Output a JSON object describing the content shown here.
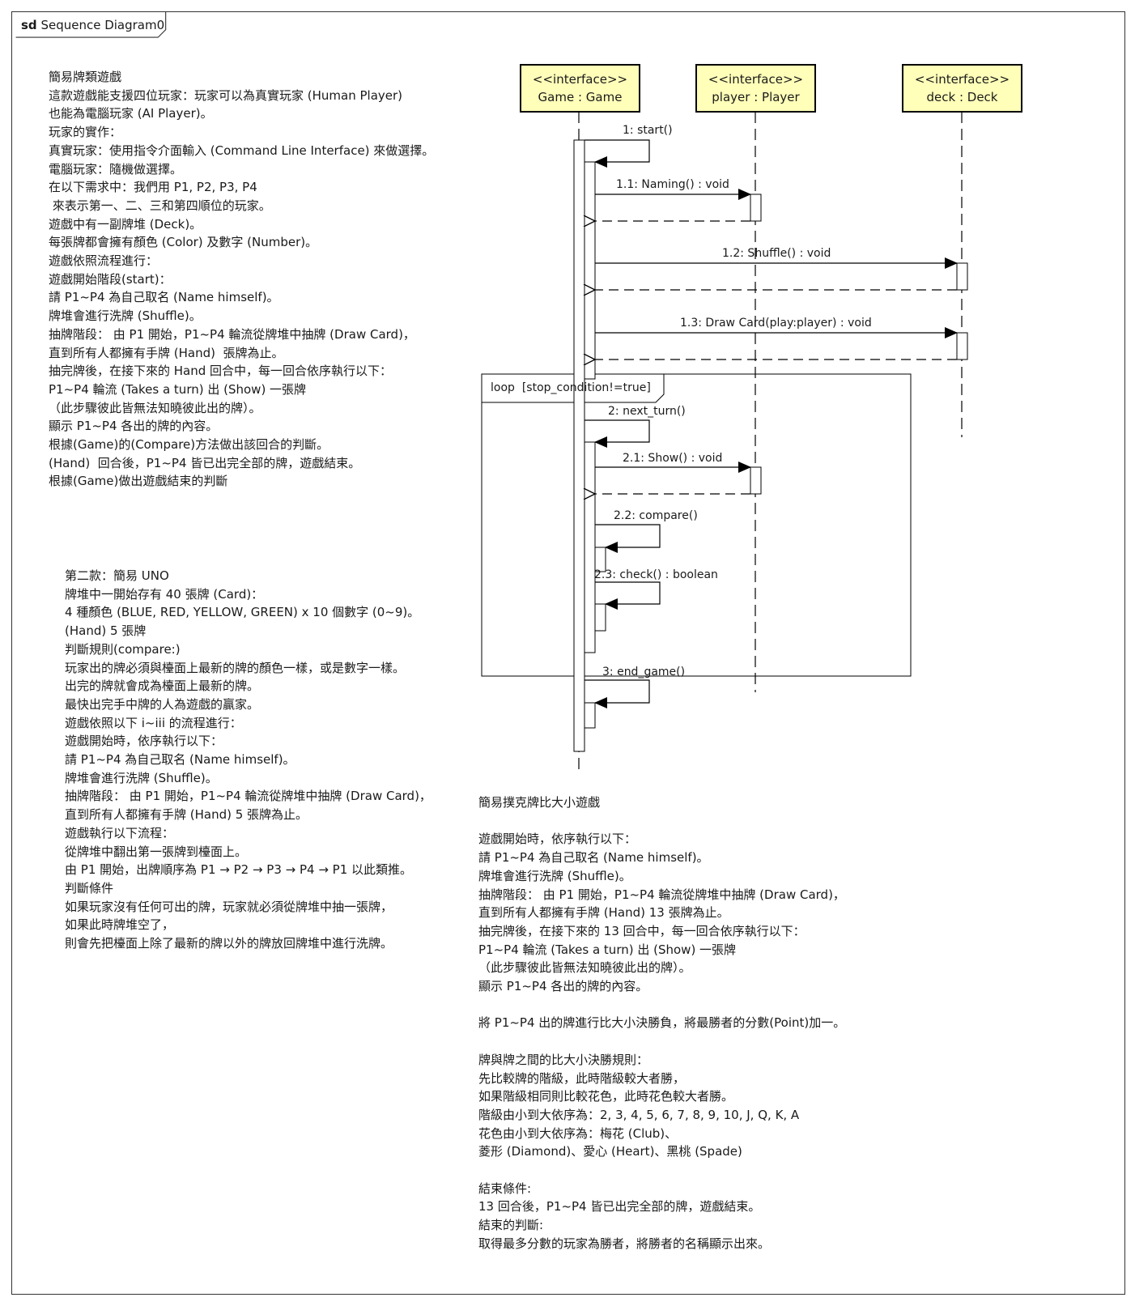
{
  "frame": {
    "keyword": "sd",
    "name": "Sequence Diagram0"
  },
  "notes": {
    "game_rules_basic": [
      "簡易牌類遊戲",
      "這款遊戲能支援四位玩家：玩家可以為真實玩家 (Human Player)",
      "也能為電腦玩家 (AI Player)。",
      "玩家的實作：",
      "真實玩家：使用指令介面輸入 (Command Line Interface) 來做選擇。",
      "電腦玩家：隨機做選擇。",
      "在以下需求中：我們用 P1, P2, P3, P4",
      " 來表示第一、二、三和第四順位的玩家。",
      "遊戲中有一副牌堆 (Deck)。",
      "每張牌都會擁有顏色 (Color) 及數字 (Number)。",
      "遊戲依照流程進行：",
      "遊戲開始階段(start)：",
      "請 P1~P4 為自己取名 (Name himself)。",
      "牌堆會進行洗牌 (Shuffle)。",
      "抽牌階段： 由 P1 開始，P1~P4 輪流從牌堆中抽牌 (Draw Card)，",
      "直到所有人都擁有手牌 (Hand)  張牌為止。",
      "抽完牌後，在接下來的 Hand 回合中，每一回合依序執行以下：",
      "P1~P4 輪流 (Takes a turn) 出 (Show) 一張牌",
      "（此步驟彼此皆無法知曉彼此出的牌）。",
      "顯示 P1~P4 各出的牌的內容。",
      "根據(Game)的(Compare)方法做出該回合的判斷。",
      "(Hand)  回合後，P1~P4 皆已出完全部的牌，遊戲結束。",
      "根據(Game)做出遊戲結束的判斷"
    ],
    "game_rules_uno": [
      "第二款：簡易 UNO",
      "牌堆中一開始存有 40 張牌 (Card)：",
      "4 種顏色 (BLUE, RED, YELLOW, GREEN) x 10 個數字 (0~9)。",
      "(Hand) 5 張牌",
      "判斷規則(compare:)",
      "玩家出的牌必須與檯面上最新的牌的顏色一樣，或是數字一樣。",
      "出完的牌就會成為檯面上最新的牌。",
      "最快出完手中牌的人為遊戲的贏家。",
      "遊戲依照以下 i~iii 的流程進行：",
      "遊戲開始時，依序執行以下：",
      "請 P1~P4 為自己取名 (Name himself)。",
      "牌堆會進行洗牌 (Shuffle)。",
      "抽牌階段： 由 P1 開始，P1~P4 輪流從牌堆中抽牌 (Draw Card)，",
      "直到所有人都擁有手牌 (Hand) 5 張牌為止。",
      "遊戲執行以下流程：",
      "從牌堆中翻出第一張牌到檯面上。",
      "由 P1 開始，出牌順序為 P1 → P2 → P3 → P4 → P1 以此類推。",
      "判斷條件",
      "如果玩家沒有任何可出的牌，玩家就必須從牌堆中抽一張牌，",
      "如果此時牌堆空了，",
      "則會先把檯面上除了最新的牌以外的牌放回牌堆中進行洗牌。"
    ],
    "game_rules_poker": [
      "簡易撲克牌比大小遊戲",
      "",
      "遊戲開始時，依序執行以下：",
      "請 P1~P4 為自己取名 (Name himself)。",
      "牌堆會進行洗牌 (Shuffle)。",
      "抽牌階段： 由 P1 開始，P1~P4 輪流從牌堆中抽牌 (Draw Card)，",
      "直到所有人都擁有手牌 (Hand) 13 張牌為止。",
      "抽完牌後，在接下來的 13 回合中，每一回合依序執行以下：",
      "P1~P4 輪流 (Takes a turn) 出 (Show) 一張牌",
      "（此步驟彼此皆無法知曉彼此出的牌）。",
      "顯示 P1~P4 各出的牌的內容。",
      "",
      "將 P1~P4 出的牌進行比大小決勝負，將最勝者的分數(Point)加一。",
      "",
      "牌與牌之間的比大小決勝規則：",
      "先比較牌的階級，此時階級較大者勝，",
      "如果階級相同則比較花色，此時花色較大者勝。",
      "階級由小到大依序為：2, 3, 4, 5, 6, 7, 8, 9, 10, J, Q, K, A",
      "花色由小到大依序為：梅花 (Club)、",
      "菱形 (Diamond)、愛心 (Heart)、黑桃 (Spade)",
      "",
      "結束條件:",
      "13 回合後，P1~P4 皆已出完全部的牌，遊戲結束。",
      "結束的判斷:",
      "取得最多分數的玩家為勝者，將勝者的名稱顯示出來。"
    ]
  },
  "lifelines": [
    {
      "stereotype": "<<interface>>",
      "name": "Game : Game"
    },
    {
      "stereotype": "<<interface>>",
      "name": "player : Player"
    },
    {
      "stereotype": "<<interface>>",
      "name": "deck : Deck"
    }
  ],
  "messages": {
    "m1": "1: start()",
    "m1_1": "1.1: Naming() : void",
    "m1_2": "1.2: Shuffle() : void",
    "m1_3": "1.3: Draw Card(play:player) : void",
    "m2": "2: next_turn()",
    "m2_1": "2.1: Show() : void",
    "m2_2": "2.2: compare()",
    "m2_3": "2.3: check() : boolean",
    "m3": "3: end_game()"
  },
  "loop_fragment": {
    "operator": "loop",
    "guard": "[stop_condition!=true]"
  },
  "colors": {
    "lifeline_fill": "#ffffb9",
    "line": "#000000"
  }
}
